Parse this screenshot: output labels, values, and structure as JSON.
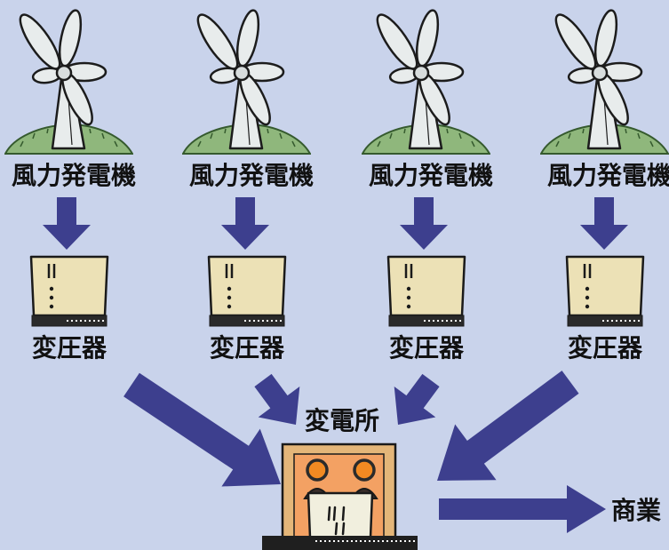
{
  "diagram": {
    "generators": [
      {
        "label": "風力発電機",
        "icon": "windmill-icon",
        "transformer": {
          "label": "変圧器",
          "icon": "transformer-icon"
        }
      },
      {
        "label": "風力発電機",
        "icon": "windmill-icon",
        "transformer": {
          "label": "変圧器",
          "icon": "transformer-icon"
        }
      },
      {
        "label": "風力発電機",
        "icon": "windmill-icon",
        "transformer": {
          "label": "変圧器",
          "icon": "transformer-icon"
        }
      },
      {
        "label": "風力発電機",
        "icon": "windmill-icon",
        "transformer": {
          "label": "変圧器",
          "icon": "transformer-icon"
        }
      }
    ],
    "substation": {
      "label": "変電所",
      "icon": "substation-icon"
    },
    "output": {
      "label": "商業",
      "icon": "arrow-right-icon"
    }
  },
  "colors": {
    "background": "#c9d3eb",
    "arrow": "#3d3f8e",
    "text": "#111111",
    "mound": "#8fb77c",
    "blade": "#e8ecec",
    "transformer": "#ece1b6",
    "substation_frame": "#e4b679",
    "substation_panel": "#f3a163",
    "operator_head": "#f28a22"
  }
}
